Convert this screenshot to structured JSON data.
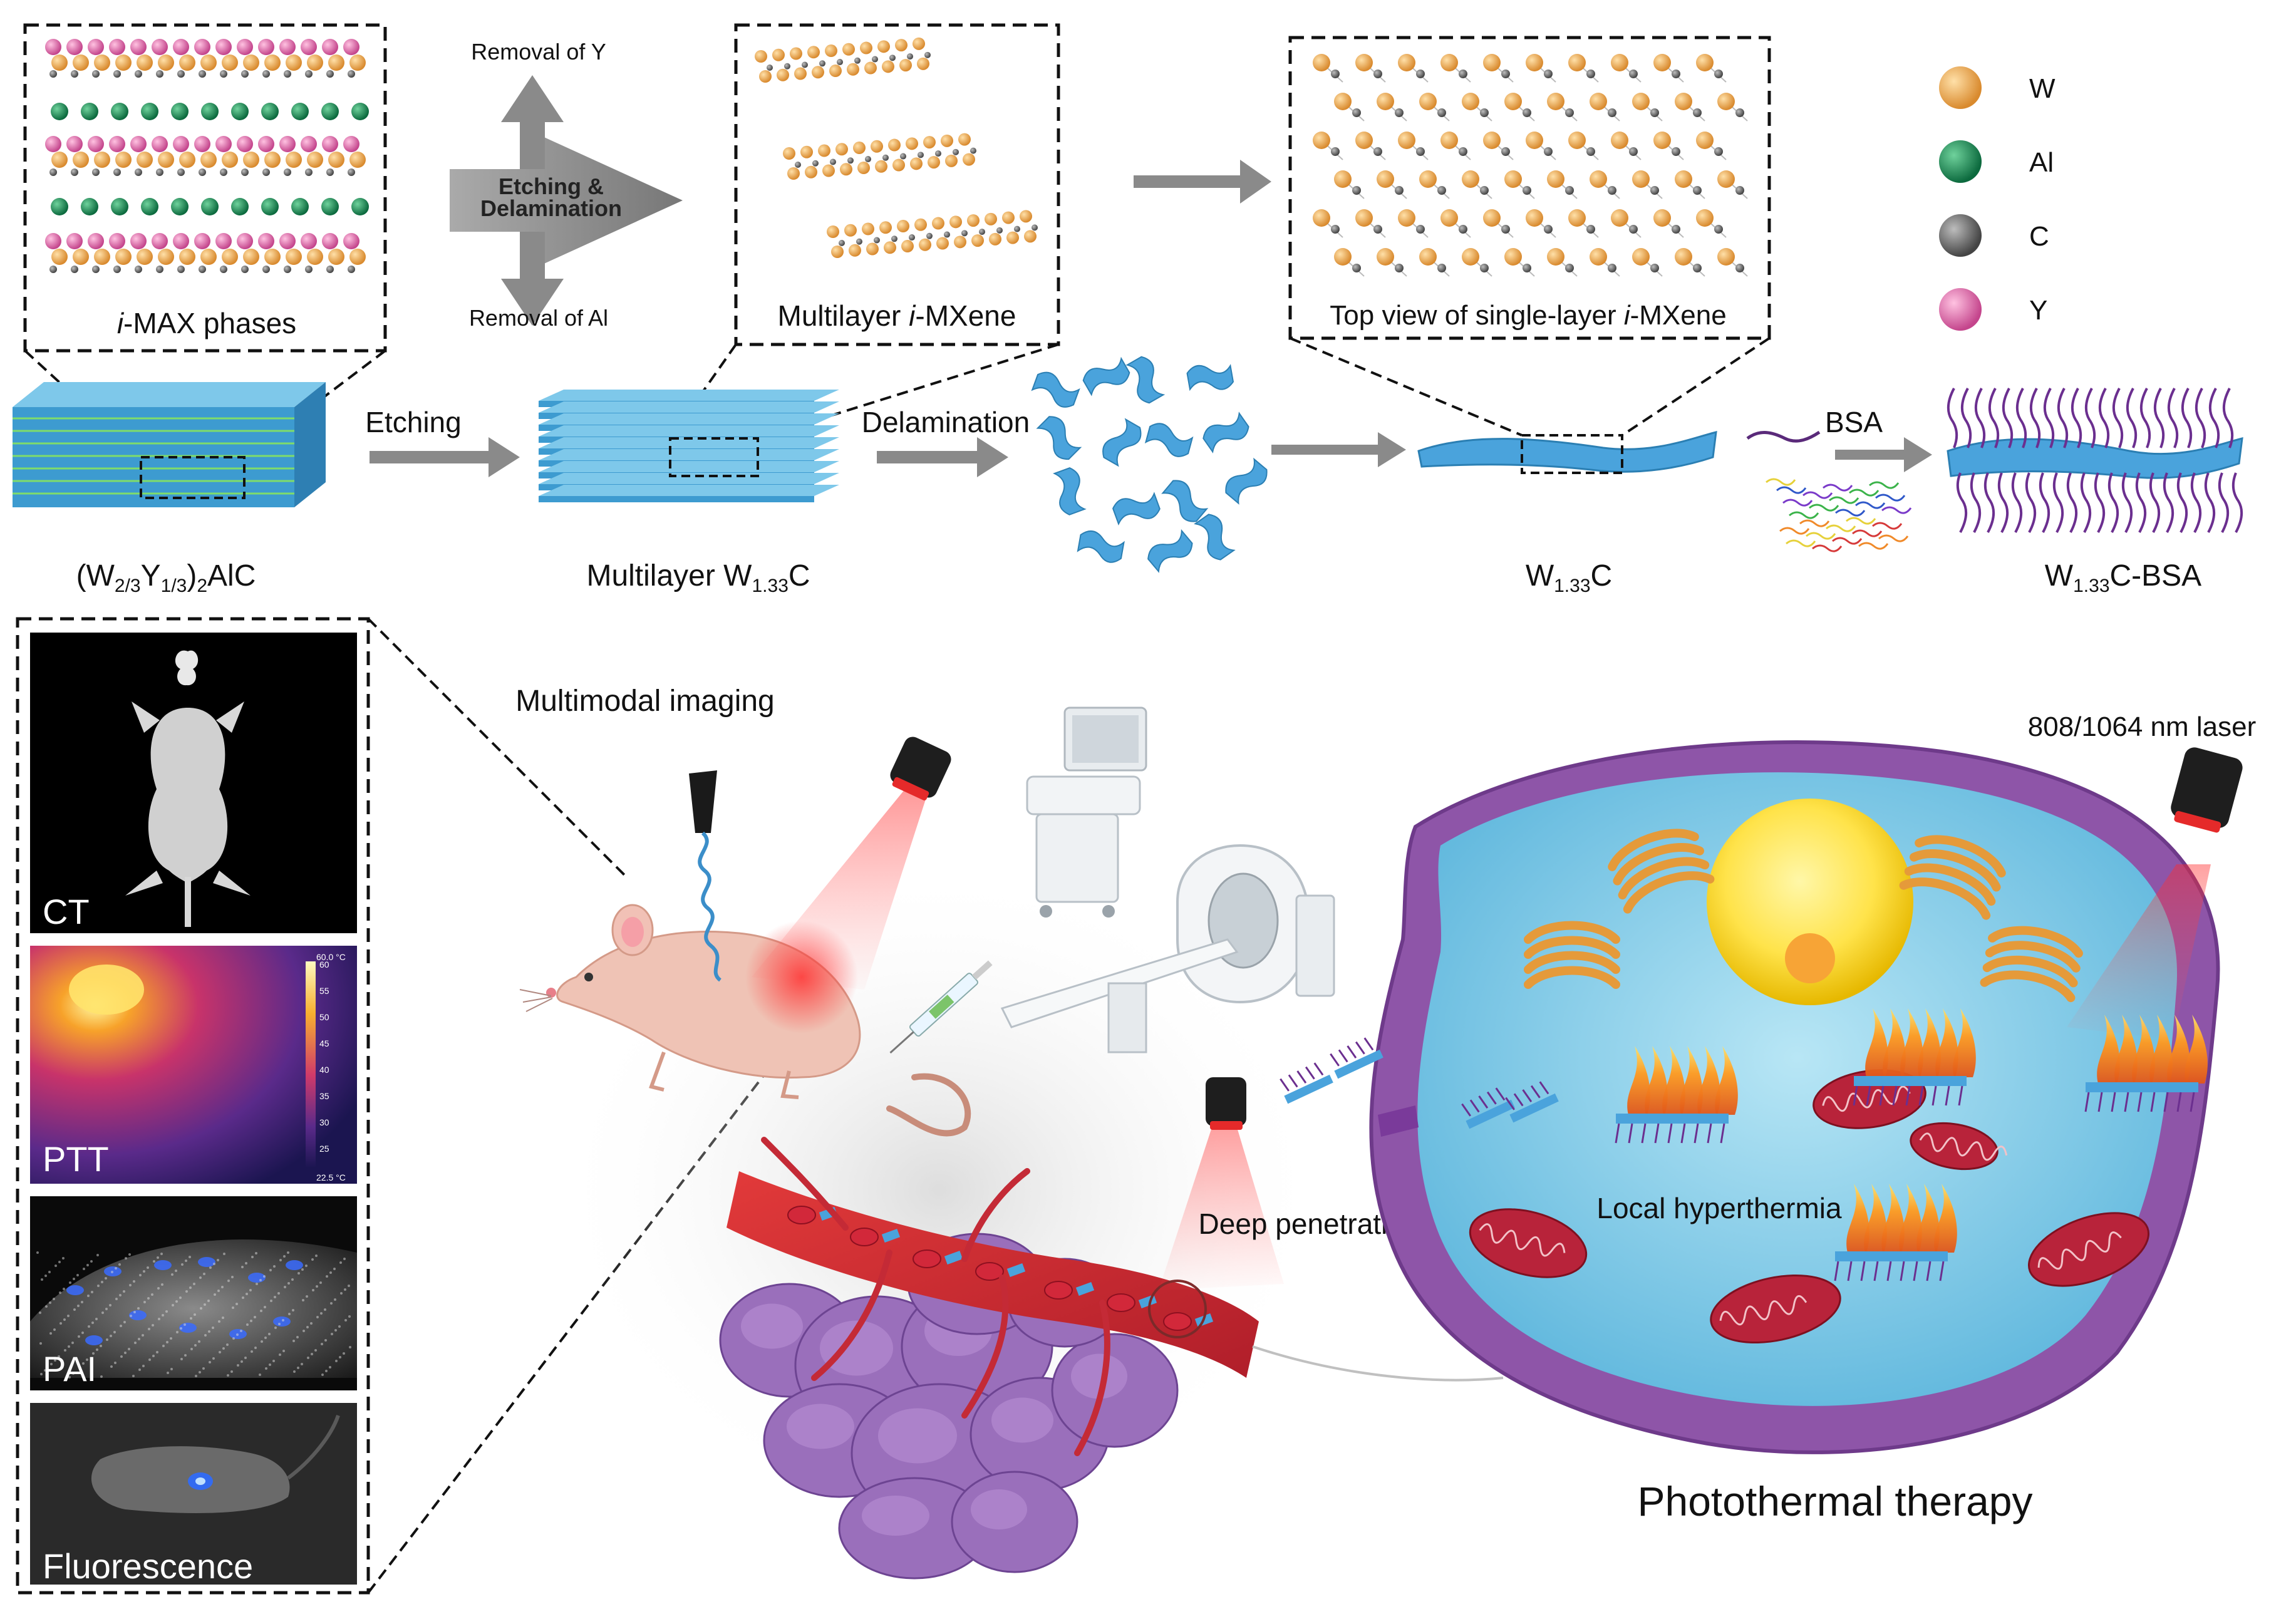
{
  "labels": {
    "removal_y": "Removal of Y",
    "removal_al": "Removal of Al",
    "etch_delam_1": "Etching &",
    "etch_delam_2": "Delamination",
    "max_phases_prefix": "i",
    "max_phases_suffix": "-MAX phases",
    "multilayer_mxene_prefix": "Multilayer ",
    "multilayer_mxene_i": "i",
    "multilayer_mxene_suffix": "-MXene",
    "topview_prefix": "Top view of single-layer ",
    "topview_i": "i",
    "topview_suffix": "-MXene",
    "etching": "Etching",
    "delamination": "Delamination",
    "bsa": "BSA",
    "multimodal": "Multimodal imaging",
    "laser": "808/1064 nm  laser",
    "deep_penetration": "Deep penetration",
    "local_hyperthermia": "Local hyperthermia",
    "photothermal": "Photothermal therapy"
  },
  "compounds": {
    "precursor": [
      "(W",
      "2/3",
      "Y",
      "1/3",
      ")",
      "2",
      "AlC"
    ],
    "multilayer": [
      "Multilayer W",
      "1.33",
      "C"
    ],
    "single": [
      "W",
      "1.33",
      "C"
    ],
    "bsa_conj": [
      "W",
      "1.33",
      "C-BSA"
    ]
  },
  "legend": [
    {
      "label": "W",
      "color": "#f0a64a"
    },
    {
      "label": "Al",
      "color": "#1f8a55"
    },
    {
      "label": "C",
      "color": "#707070"
    },
    {
      "label": "Y",
      "color": "#e56fb0"
    }
  ],
  "imaging_panels": [
    {
      "label": "CT"
    },
    {
      "label": "PTT"
    },
    {
      "label": "PAI"
    },
    {
      "label": "Fluorescence"
    }
  ],
  "ptt_scale": {
    "max": "60.0 °C",
    "min": "22.5 °C",
    "ticks": [
      "60",
      "55",
      "50",
      "45",
      "40",
      "35",
      "30",
      "25"
    ]
  },
  "colors": {
    "flake": "#4aa3dc",
    "cell": "#8e55a8",
    "cytoplasm": "#8fd3ec",
    "laser": "#e52a2a"
  }
}
